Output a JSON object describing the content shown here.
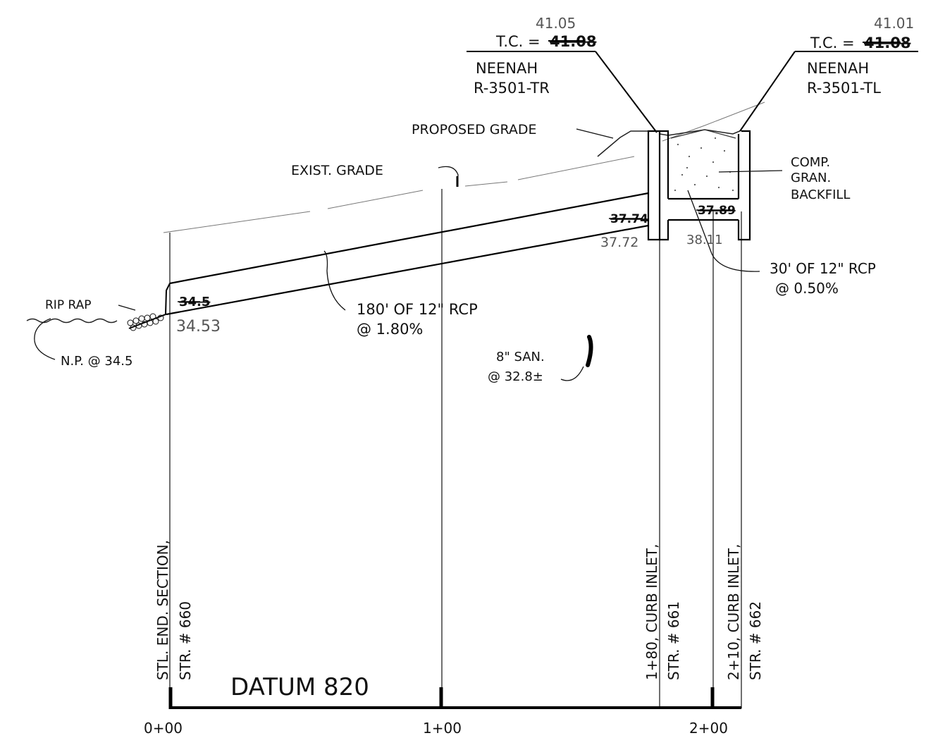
{
  "datum_label": "DATUM 820",
  "stations": [
    "0+00",
    "1+00",
    "2+00"
  ],
  "structures": {
    "end_section": {
      "line1": "STL. END. SECTION,",
      "line2": "STR. # 660"
    },
    "inlet_661": {
      "line1": "1+80, CURB INLET,",
      "line2": "STR. # 661"
    },
    "inlet_662": {
      "line1": "2+10, CURB INLET,",
      "line2": "STR. # 662"
    }
  },
  "top_of_curb": {
    "left": {
      "revised": "41.05",
      "label": "T.C. =",
      "original": "41.08",
      "casting_1": "NEENAH",
      "casting_2": "R-3501-TR"
    },
    "right": {
      "revised": "41.01",
      "label": "T.C. =",
      "original": "41.08",
      "casting_1": "NEENAH",
      "casting_2": "R-3501-TL"
    }
  },
  "callouts": {
    "proposed_grade": "PROPOSED GRADE",
    "exist_grade": "EXIST. GRADE",
    "backfill_1": "COMP.",
    "backfill_2": "GRAN.",
    "backfill_3": "BACKFILL",
    "rip_rap": "RIP RAP",
    "normal_pool": "N.P. @ 34.5",
    "pipe_main_1": "180' OF 12\" RCP",
    "pipe_main_2": "@ 1.80%",
    "pipe_short_1": "30' OF 12\" RCP",
    "pipe_short_2": "@ 0.50%",
    "sanitary_1": "8\" SAN.",
    "sanitary_2": "@ 32.8±"
  },
  "inverts": {
    "outlet_original": "34.5",
    "outlet_revised": "34.53",
    "inlet661_original": "37.74",
    "inlet661_revised": "37.72",
    "inlet662_original": "37.89",
    "inlet662_revised": "38.11"
  }
}
